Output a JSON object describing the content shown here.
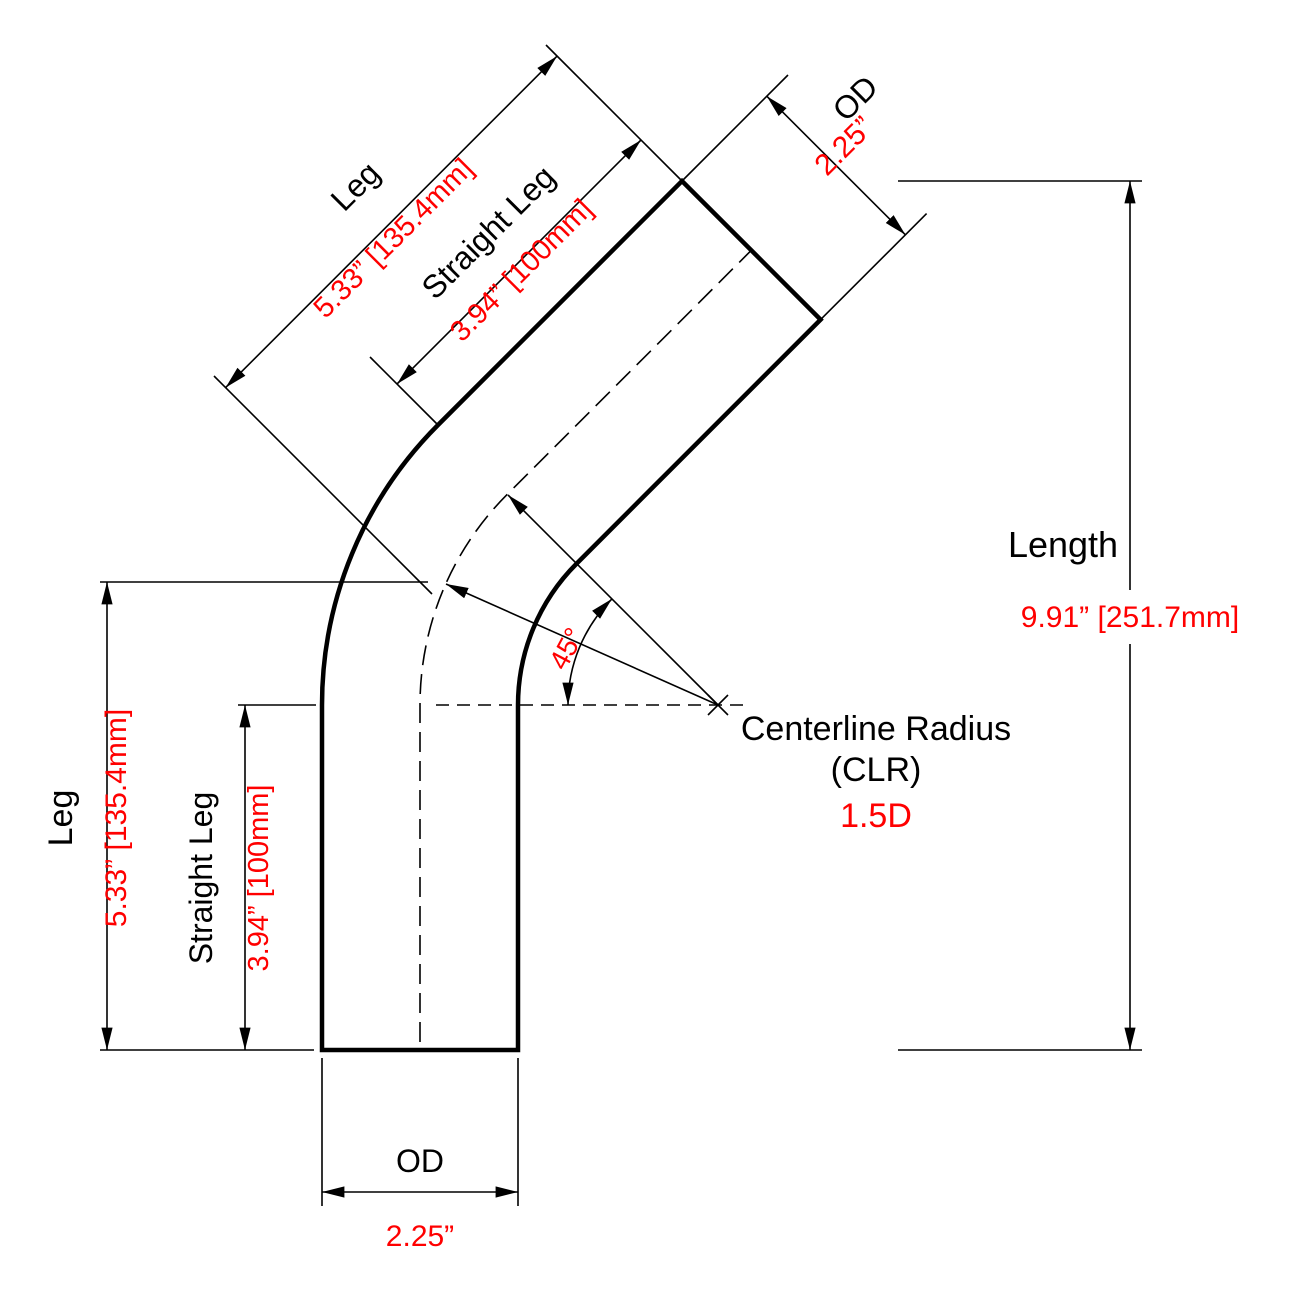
{
  "diagram": {
    "colors": {
      "line": "#000000",
      "label_text": "#000000",
      "measurement_text": "#FF0000",
      "background": "#FFFFFF"
    },
    "dims": {
      "leg_upper": {
        "label": "Leg",
        "value": "5.33” [135.4mm]"
      },
      "straight_leg_upper": {
        "label": "Straight Leg",
        "value": "3.94” [100mm]"
      },
      "od_upper": {
        "label": "OD",
        "value": "2.25”"
      },
      "length": {
        "label": "Length",
        "value": "9.91” [251.7mm]"
      },
      "leg_left": {
        "label": "Leg",
        "value": "5.33” [135.4mm]"
      },
      "straight_leg_left": {
        "label": "Straight Leg",
        "value": "3.94” [100mm]"
      },
      "od_bottom": {
        "label": "OD",
        "value": "2.25”"
      },
      "bend_angle": {
        "value": "45°"
      },
      "centerline_radius": {
        "title": "Centerline Radius",
        "abbr": "(CLR)",
        "value": "1.5D"
      }
    }
  }
}
